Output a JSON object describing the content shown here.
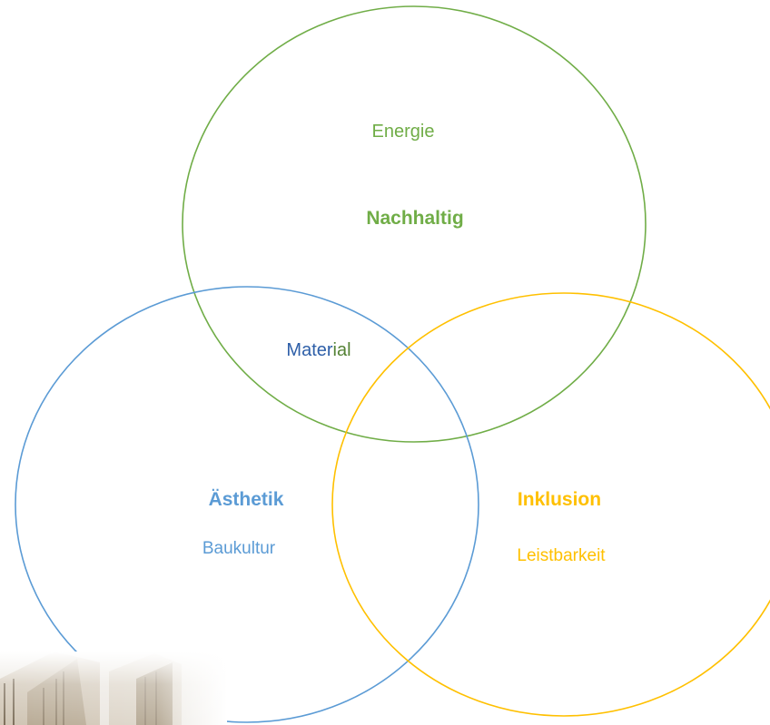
{
  "diagram": {
    "circles": [
      {
        "id": "nachhaltig",
        "title": "Nachhaltig",
        "subtitle": "Energie",
        "color": "#70ad47"
      },
      {
        "id": "aesthetik",
        "title": "Ästhetik",
        "subtitle": "Baukultur",
        "color": "#5b9bd5"
      },
      {
        "id": "inklusion",
        "title": "Inklusion",
        "subtitle": "Leistbarkeit",
        "color": "#ffc000"
      }
    ],
    "overlap_label": {
      "text_blue_part": "Mater",
      "text_green_part": "ial",
      "color_blue": "#2e5fa8",
      "color_green": "#548235"
    }
  },
  "decorations": {
    "photo_fragment": "building-photo-fragment"
  }
}
